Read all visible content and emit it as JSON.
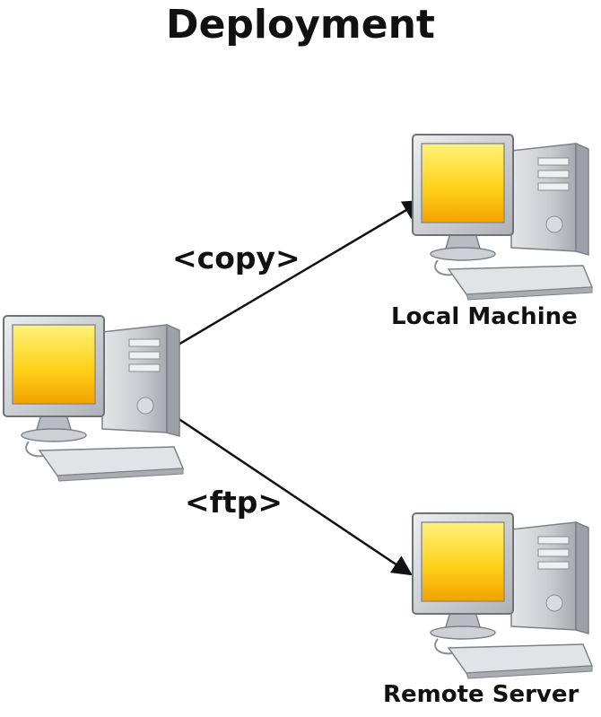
{
  "title": "Deployment",
  "nodes": {
    "source": {
      "label": ""
    },
    "local": {
      "label": "Local Machine"
    },
    "remote": {
      "label": "Remote Server"
    }
  },
  "edges": {
    "copy": {
      "label": "<copy>"
    },
    "ftp": {
      "label": "<ftp>"
    }
  },
  "colors": {
    "screen_top": "#fff066",
    "screen_bottom": "#f2a800",
    "casing": "#c9ccd0",
    "casing_dark": "#9a9ea4",
    "arrow": "#111111"
  }
}
